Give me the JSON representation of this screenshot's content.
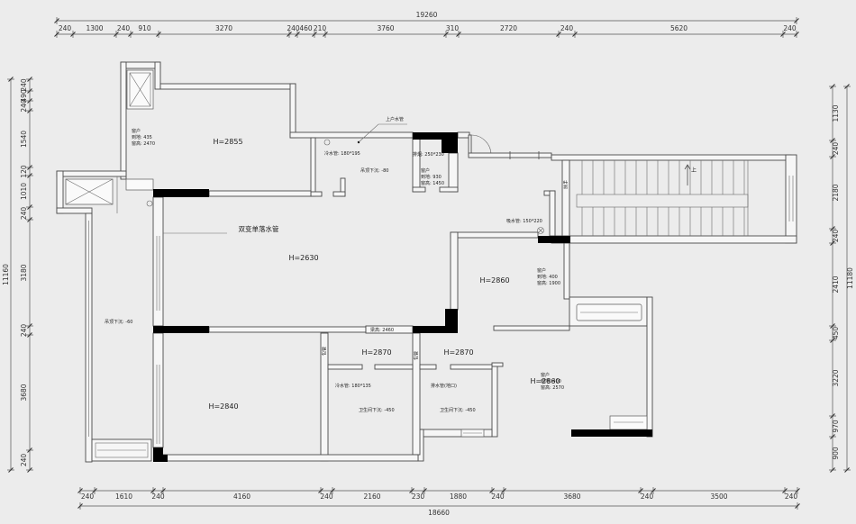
{
  "dimensions": {
    "top_total": "19260",
    "top": [
      "240",
      "1300",
      "240",
      "910",
      "3270",
      "240",
      "460",
      "210",
      "3760",
      "310",
      "2720",
      "240",
      "5620",
      "240"
    ],
    "bottom": [
      "240",
      "1610",
      "240",
      "4160",
      "240",
      "2160",
      "230",
      "1880",
      "240",
      "3680",
      "240",
      "3500",
      "240"
    ],
    "bottom_total": "18660",
    "left_total": "11160",
    "left": [
      "240",
      "490",
      "240",
      "1540",
      "120",
      "1010",
      "240",
      "3180",
      "240",
      "3680",
      "240"
    ],
    "right_total": "11180",
    "right": [
      "1130",
      "240",
      "2180",
      "240",
      "2410",
      "450",
      "3220",
      "970",
      "900"
    ]
  },
  "rooms": {
    "kitchen": "H=2855",
    "living": "H=2630",
    "room_upper_right": "H=2860",
    "corridor_left": "H=2870",
    "corridor_right": "H=2870",
    "room_lower_right": "H=2860",
    "room_lower_left": "H=2840"
  },
  "notes": {
    "drain_pipe": "双变单落水管",
    "supply_pipe": "上户水管",
    "cold_pipe_kitchen": "冷水管: 180*195",
    "flue": "排烟: 250*230",
    "ceiling_drop_kitchen": "吊顶下沉: -80",
    "suction_pipe": "吸水管: 150*220",
    "ceiling_drop_balcony": "吊顶下沉: -60",
    "beam_height": "梁高: 2460",
    "cold_pipe_bath": "冷水管: 180*135",
    "drain_bath": "排水管(地口)",
    "bath_drop_left": "卫生间下沉: -450",
    "bath_drop_right": "卫生间下沉: -450",
    "pipe_box_left": "包管",
    "pipe_box_right": "包管",
    "stair_rail": "扶手",
    "stair_up": "上"
  },
  "windows": [
    {
      "label": "窗户",
      "sill": "到地: 435",
      "height": "窗高: 2470"
    },
    {
      "label": "窗户",
      "sill": "到地: 930",
      "height": "窗高: 1450"
    },
    {
      "label": "窗户",
      "sill": "到地: 400",
      "height": "窗高: 1900"
    },
    {
      "label": "窗户",
      "sill": "到地: 400",
      "height": "窗高: 2570"
    }
  ],
  "colors": {
    "background": "#ececec",
    "line": "#4a4a4a",
    "column": "#000000"
  }
}
